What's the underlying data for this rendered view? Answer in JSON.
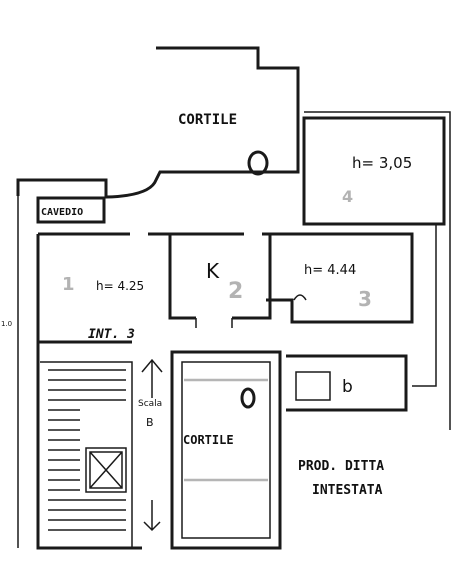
{
  "plan": {
    "courtyard_top": "CORTILE",
    "courtyard_bottom": "CORTILE",
    "cellar": "CAVEDIO",
    "room_4_height": "h= 3,05",
    "room_4_number": "4",
    "room_1_number": "1",
    "room_1_height": "h= 4.25",
    "kitchen": "K",
    "room_2_number": "2",
    "room_3_height": "h= 4.44",
    "room_3_number": "3",
    "interior": "INT. 3",
    "staircase_line1": "Scala",
    "staircase_line2": "B",
    "bathroom": "b",
    "owner_line1": "PROD. DITTA",
    "owner_line2": "INTESTATA",
    "side_mark": "1.0"
  }
}
